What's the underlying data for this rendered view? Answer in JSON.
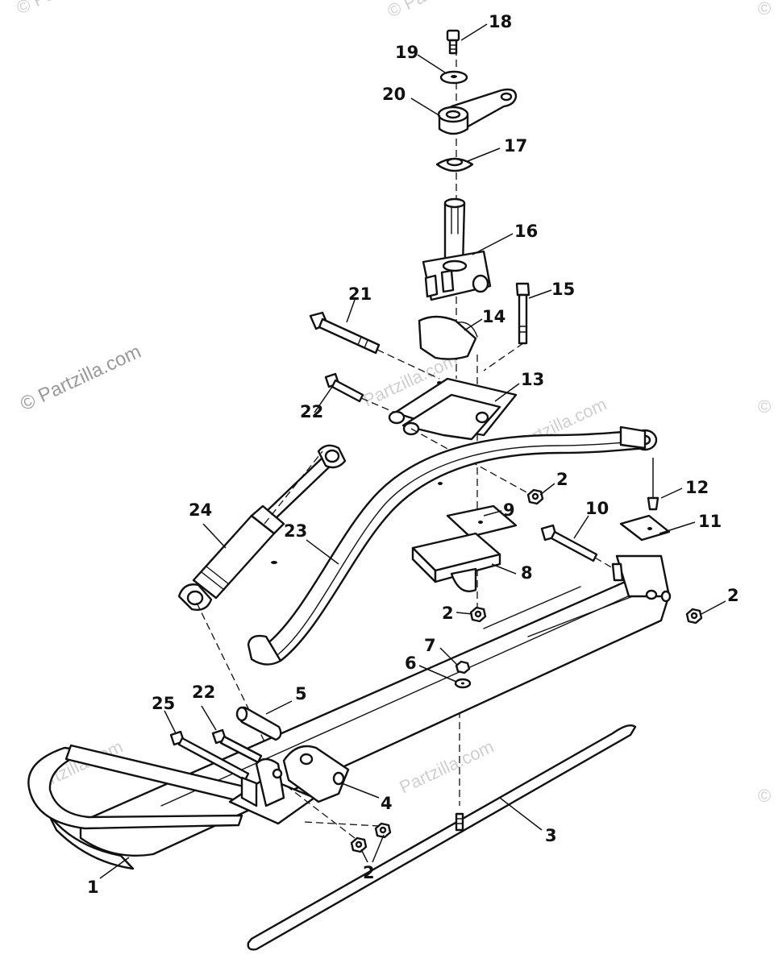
{
  "watermark": {
    "main": "© Partzilla.com",
    "faint_1": "Partzilla.com",
    "faint_2": "Partzilla.com",
    "faint_3": "Partzilla.com",
    "faint_4": "Partzilla.com",
    "corner_1": "© Pa",
    "corner_2": "© Pa",
    "corner_3": "©",
    "corner_4": "©",
    "corner_5": "©"
  },
  "callouts": {
    "c18": "18",
    "c19": "19",
    "c20": "20",
    "c17": "17",
    "c16": "16",
    "c15": "15",
    "c21": "21",
    "c14": "14",
    "c13": "13",
    "c22a": "22",
    "c2a": "2",
    "c12": "12",
    "c11": "11",
    "c10": "10",
    "c9": "9",
    "c24": "24",
    "c23": "23",
    "c8": "8",
    "c2b": "2",
    "c2c": "2",
    "c7": "7",
    "c6": "6",
    "c5": "5",
    "c25": "25",
    "c22b": "22",
    "c4": "4",
    "c3": "3",
    "c2d": "2",
    "c1": "1"
  }
}
